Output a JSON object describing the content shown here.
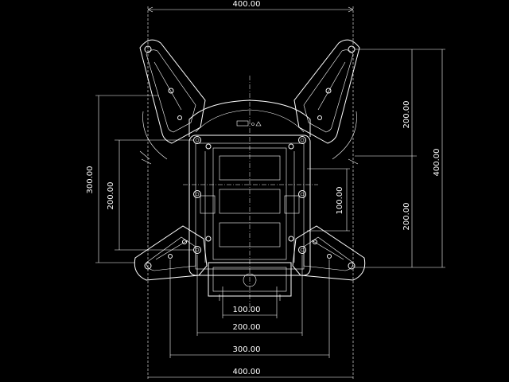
{
  "drawing": {
    "line_color": "#ffffff",
    "background": "#000000",
    "dimensions": {
      "top_width": "400.00",
      "bottom_100": "100.00",
      "bottom_200": "200.00",
      "bottom_300": "300.00",
      "bottom_400": "400.00",
      "left_300": "300.00",
      "left_200": "200.00",
      "inner_100": "100.00",
      "right_200_upper": "200.00",
      "right_200_lower": "200.00",
      "right_400": "400.00"
    }
  }
}
